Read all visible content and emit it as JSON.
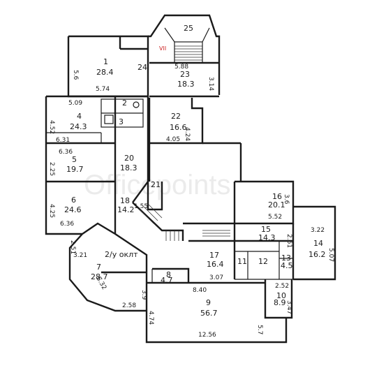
{
  "watermark": "Officepoints",
  "marker": "VII",
  "rooms": [
    {
      "num": "1",
      "area": "28.4"
    },
    {
      "num": "2",
      "area": ""
    },
    {
      "num": "3",
      "area": ""
    },
    {
      "num": "4",
      "area": "24.3"
    },
    {
      "num": "5",
      "area": "19.7"
    },
    {
      "num": "6",
      "area": "24.6"
    },
    {
      "num": "7",
      "area": "28.7"
    },
    {
      "num": "8",
      "area": "4.7"
    },
    {
      "num": "9",
      "area": "56.7"
    },
    {
      "num": "10",
      "area": "8.9"
    },
    {
      "num": "11",
      "area": ""
    },
    {
      "num": "12",
      "area": ""
    },
    {
      "num": "13",
      "area": "4.5"
    },
    {
      "num": "14",
      "area": "16.2"
    },
    {
      "num": "15",
      "area": "14.3"
    },
    {
      "num": "16",
      "area": "20.1"
    },
    {
      "num": "17",
      "area": "16.4"
    },
    {
      "num": "18",
      "area": "14.2"
    },
    {
      "num": "20",
      "area": "18.3"
    },
    {
      "num": "21",
      "area": ""
    },
    {
      "num": "22",
      "area": "16.6"
    },
    {
      "num": "23",
      "area": "18.3"
    },
    {
      "num": "24",
      "area": ""
    },
    {
      "num": "25",
      "area": ""
    }
  ],
  "room_24_note": "2/у оклт",
  "dimensions": [
    "5.6",
    "5.74",
    "5.88",
    "3.14",
    "5.09",
    "4.52",
    "6.31",
    "4.24",
    "4.05",
    "6.36",
    "2.25",
    "4.25",
    "6.36",
    "3.6",
    "5.52",
    "1.55",
    "3.22",
    "2.61",
    "5.07",
    "3.21",
    "2.51",
    "3.07",
    "8.40",
    "3.9",
    "2.52",
    "3.47",
    "6.32",
    "2.58",
    "4.74",
    "12.56",
    "5.7"
  ]
}
